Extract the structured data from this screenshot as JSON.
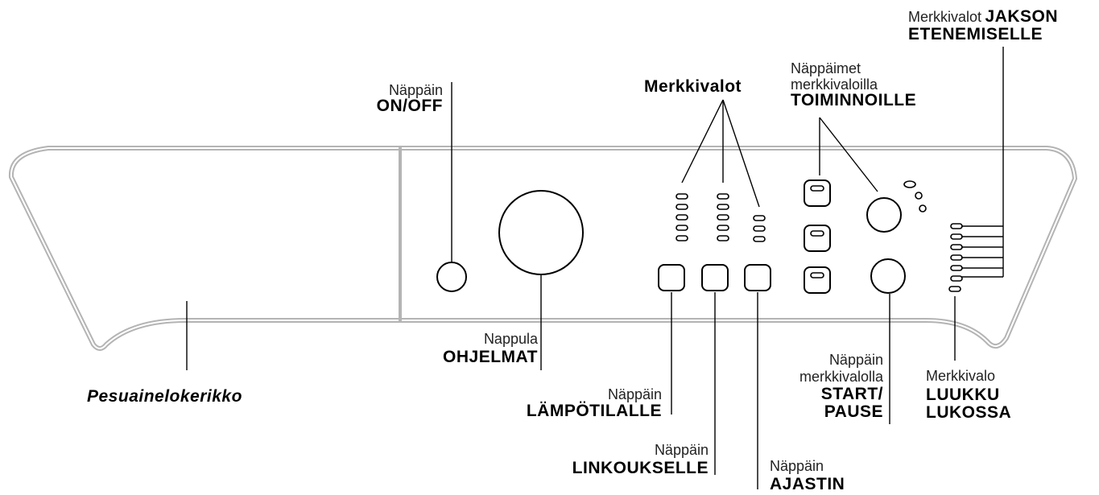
{
  "labels": {
    "onoff": {
      "top": "Näppäin",
      "main": "ON/OFF"
    },
    "merkkivalot": {
      "main": "Merkkivalot"
    },
    "toiminnoille": {
      "top1": "Näppäimet",
      "top2": "merkkivaloilla",
      "main": "TOIMINNOILLE"
    },
    "jakson": {
      "top": "Merkkivalot",
      "main1": "JAKSON",
      "main2": "ETENEMISELLE"
    },
    "pesuaine": {
      "main": "Pesuainelokerikko"
    },
    "ohjelmat": {
      "top": "Nappula",
      "main": "OHJELMAT"
    },
    "lampotila": {
      "top": "Näppäin",
      "main": "LÄMPÖTILALLE"
    },
    "linkous": {
      "top": "Näppäin",
      "main": "LINKOUKSELLE"
    },
    "ajastin": {
      "top": "Näppäin",
      "main": "AJASTIN"
    },
    "startpause": {
      "top1": "Näppäin",
      "top2": "merkkivalolla",
      "main1": "START/",
      "main2": "PAUSE"
    },
    "luukku": {
      "top": "Merkkivalo",
      "main1": "LUUKKU",
      "main2": "LUKOSSA"
    }
  }
}
